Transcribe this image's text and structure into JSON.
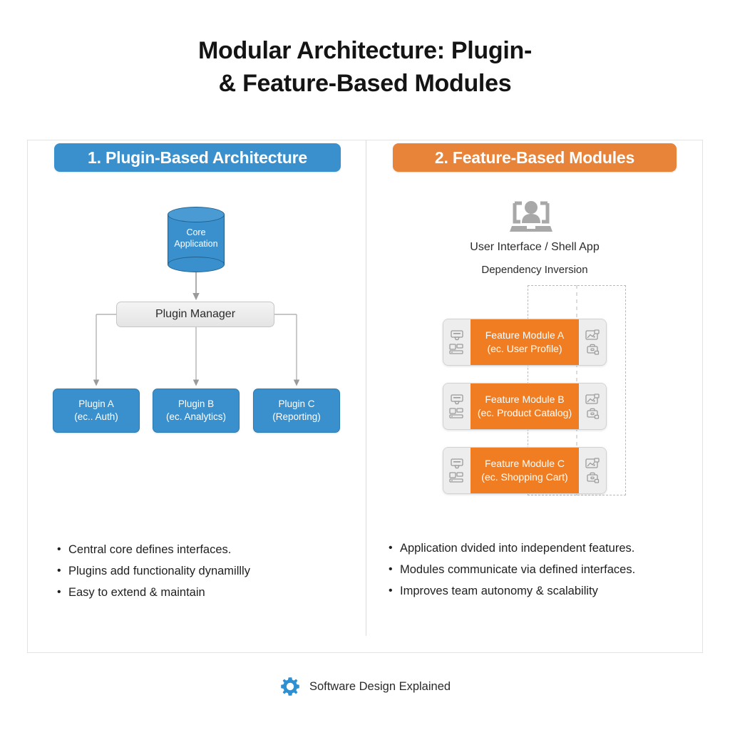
{
  "title": {
    "line1": "Modular Architecture: Plugin-",
    "line2": "& Feature-Based Modules"
  },
  "colors": {
    "blue": "#3a90cd",
    "orange": "#e8833a",
    "module_orange": "#f07d22",
    "panel_gray": "#ededed",
    "frame_border": "#e3e3e3"
  },
  "left_column": {
    "header": "1. Plugin-Based Architecture",
    "core": {
      "label_line1": "Core",
      "label_line2": "Application",
      "icon": "cylinder-database-icon"
    },
    "manager": {
      "label": "Plugin Manager"
    },
    "plugins": [
      {
        "title": "Plugin A",
        "sub": "(ec.. Auth)"
      },
      {
        "title": "Plugin B",
        "sub": "(ec. Analytics)"
      },
      {
        "title": "Plugin C",
        "sub": "(Reporting)"
      }
    ],
    "bullets": [
      "Central core defines interfaces.",
      "Plugins add functionality dynamillly",
      "Easy to extend & maintain"
    ]
  },
  "right_column": {
    "header": "2. Feature-Based Modules",
    "shell": {
      "icon": "user-monitor-icon",
      "label": "User Interface / Shell App",
      "sublabel": "Dependency Inversion"
    },
    "modules": [
      {
        "title": "Feature Module A",
        "sub": "(ec. User Profile)"
      },
      {
        "title": "Feature Module B",
        "sub": "(ec. Product Catalog)"
      },
      {
        "title": "Feature Module C",
        "sub": "(ec. Shopping Cart)"
      }
    ],
    "bullets": [
      "Application dvided into independent features.",
      "Modules communicate via defined interfaces.",
      "Improves team autonomy & scalability"
    ]
  },
  "footer": {
    "icon": "gear-icon",
    "text": "Software Design Explained"
  }
}
